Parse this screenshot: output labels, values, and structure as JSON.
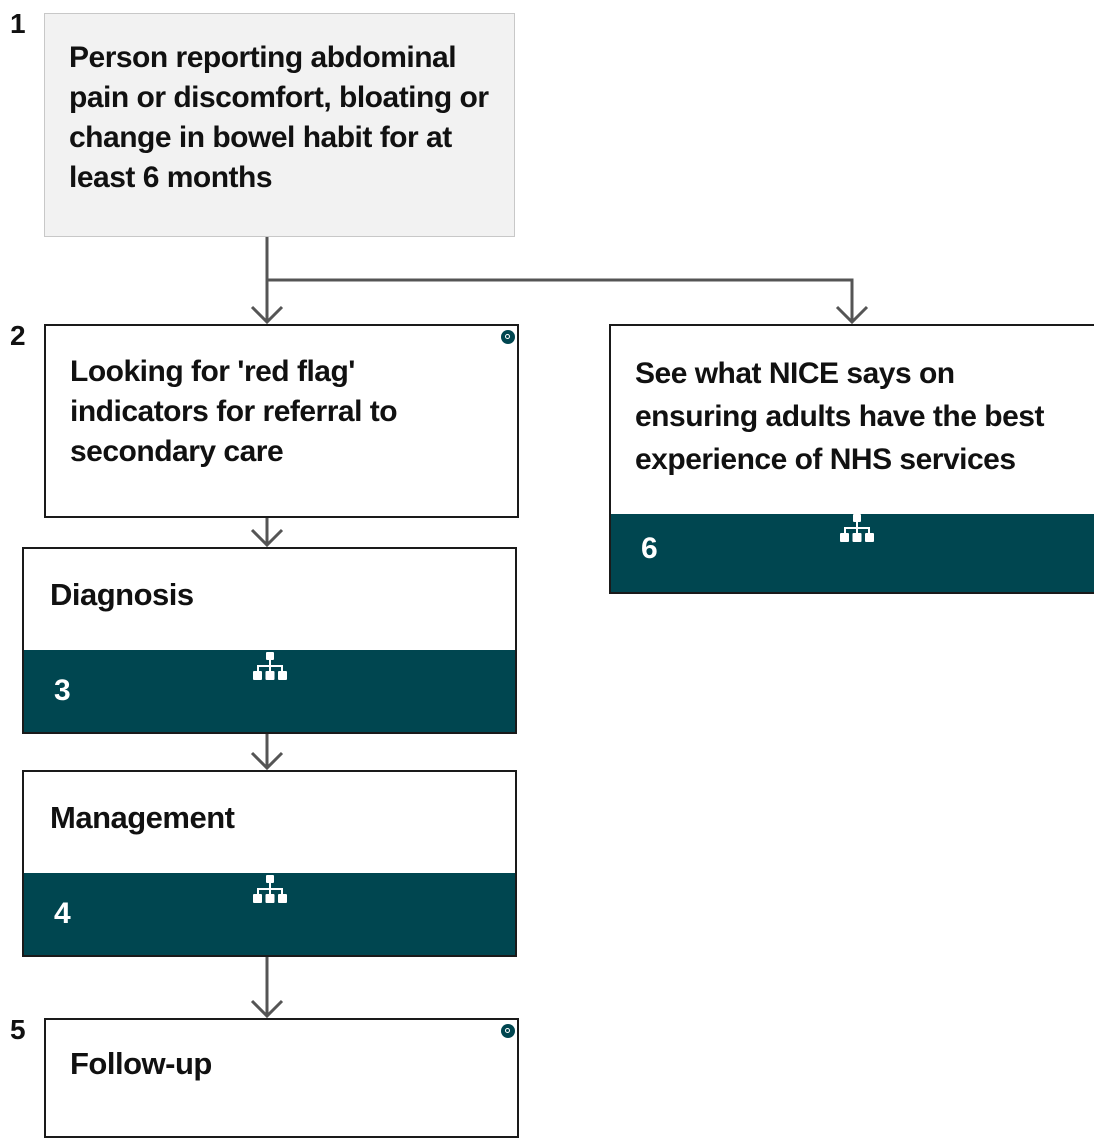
{
  "steps": [
    {
      "number": "1",
      "text": "Person reporting abdominal pain or discomfort, bloating or change in bowel habit for at least 6 months"
    },
    {
      "number": "2",
      "text": "Looking for 'red flag' indicators for referral to secondary care"
    },
    {
      "number": "3",
      "text": "Diagnosis"
    },
    {
      "number": "4",
      "text": "Management"
    },
    {
      "number": "5",
      "text": "Follow-up"
    },
    {
      "number": "6",
      "text": "See what NICE says on ensuring adults have the best experience of NHS services"
    }
  ],
  "colors": {
    "band": "#004650",
    "start_fill": "#f2f2f2",
    "border": "#1a1a1a",
    "connector": "#555555"
  },
  "icons": {
    "band_icon": "hierarchy-icon",
    "corner_icon": "info-icon"
  }
}
